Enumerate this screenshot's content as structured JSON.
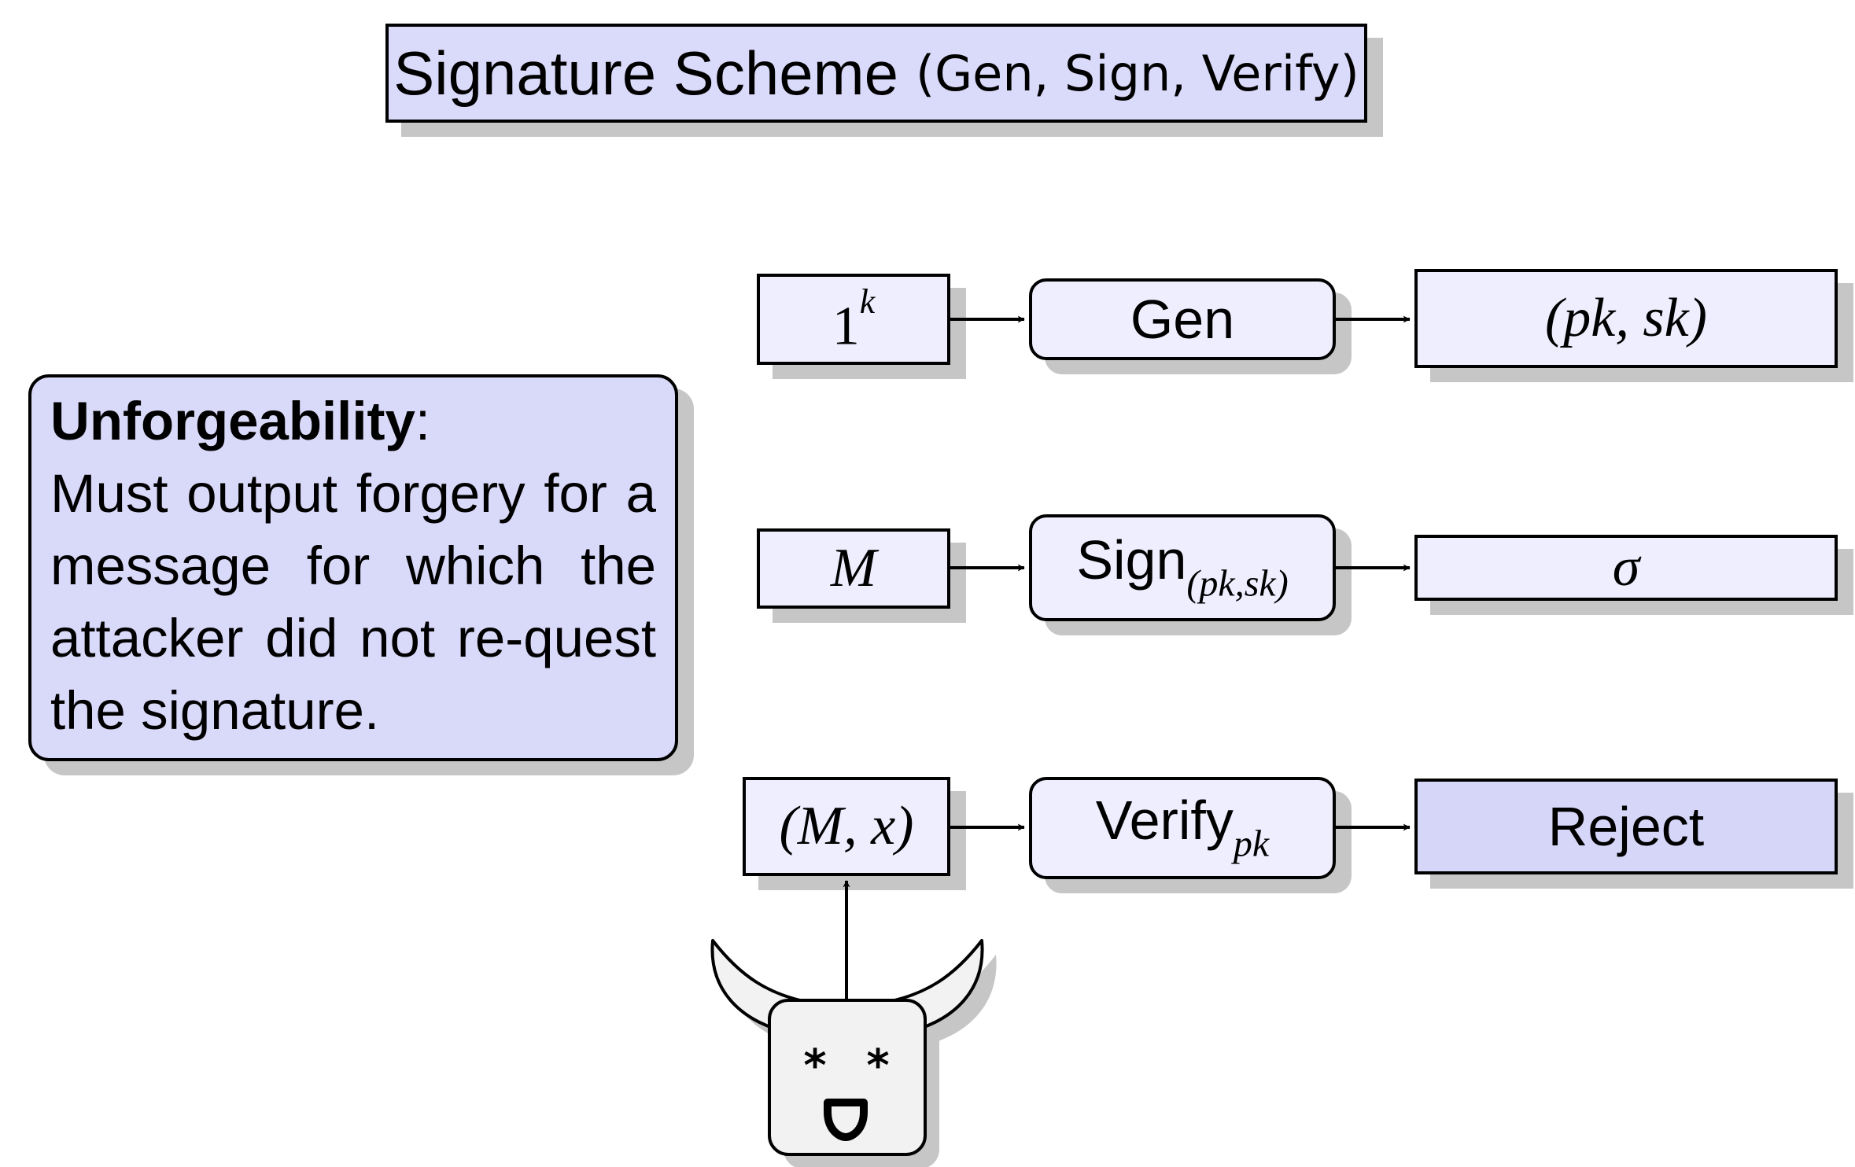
{
  "title": {
    "main": "Signature Scheme",
    "args": "(Gen, Sign, Verify)"
  },
  "callout": {
    "heading": "Unforgeability",
    "colon": ":",
    "body": "Must output forgery for a message for which the attacker did not re-quest the signature."
  },
  "rows": [
    {
      "input": {
        "base": "1",
        "sup": "k"
      },
      "op": {
        "text": "Gen"
      },
      "output": {
        "text": "(pk, sk)"
      }
    },
    {
      "input": {
        "text": "M"
      },
      "op": {
        "text": "Sign",
        "sub": "(pk,sk)"
      },
      "output": {
        "text": "σ"
      }
    },
    {
      "input": {
        "text": "(M, x)"
      },
      "op": {
        "text": "Verify",
        "sub": "pk"
      },
      "output": {
        "text": "Reject"
      }
    }
  ],
  "attacker": {
    "icon": "bull-head-icon",
    "eyes": "* *",
    "mouth": "D"
  },
  "colors": {
    "box_fill": "#eeeeff",
    "title_fill": "#dadafa",
    "callout_fill": "#d9d9f9",
    "reject_fill": "#d6d6f8",
    "shadow": "#c6c6c6",
    "attacker_fill": "#f2f2f2"
  }
}
